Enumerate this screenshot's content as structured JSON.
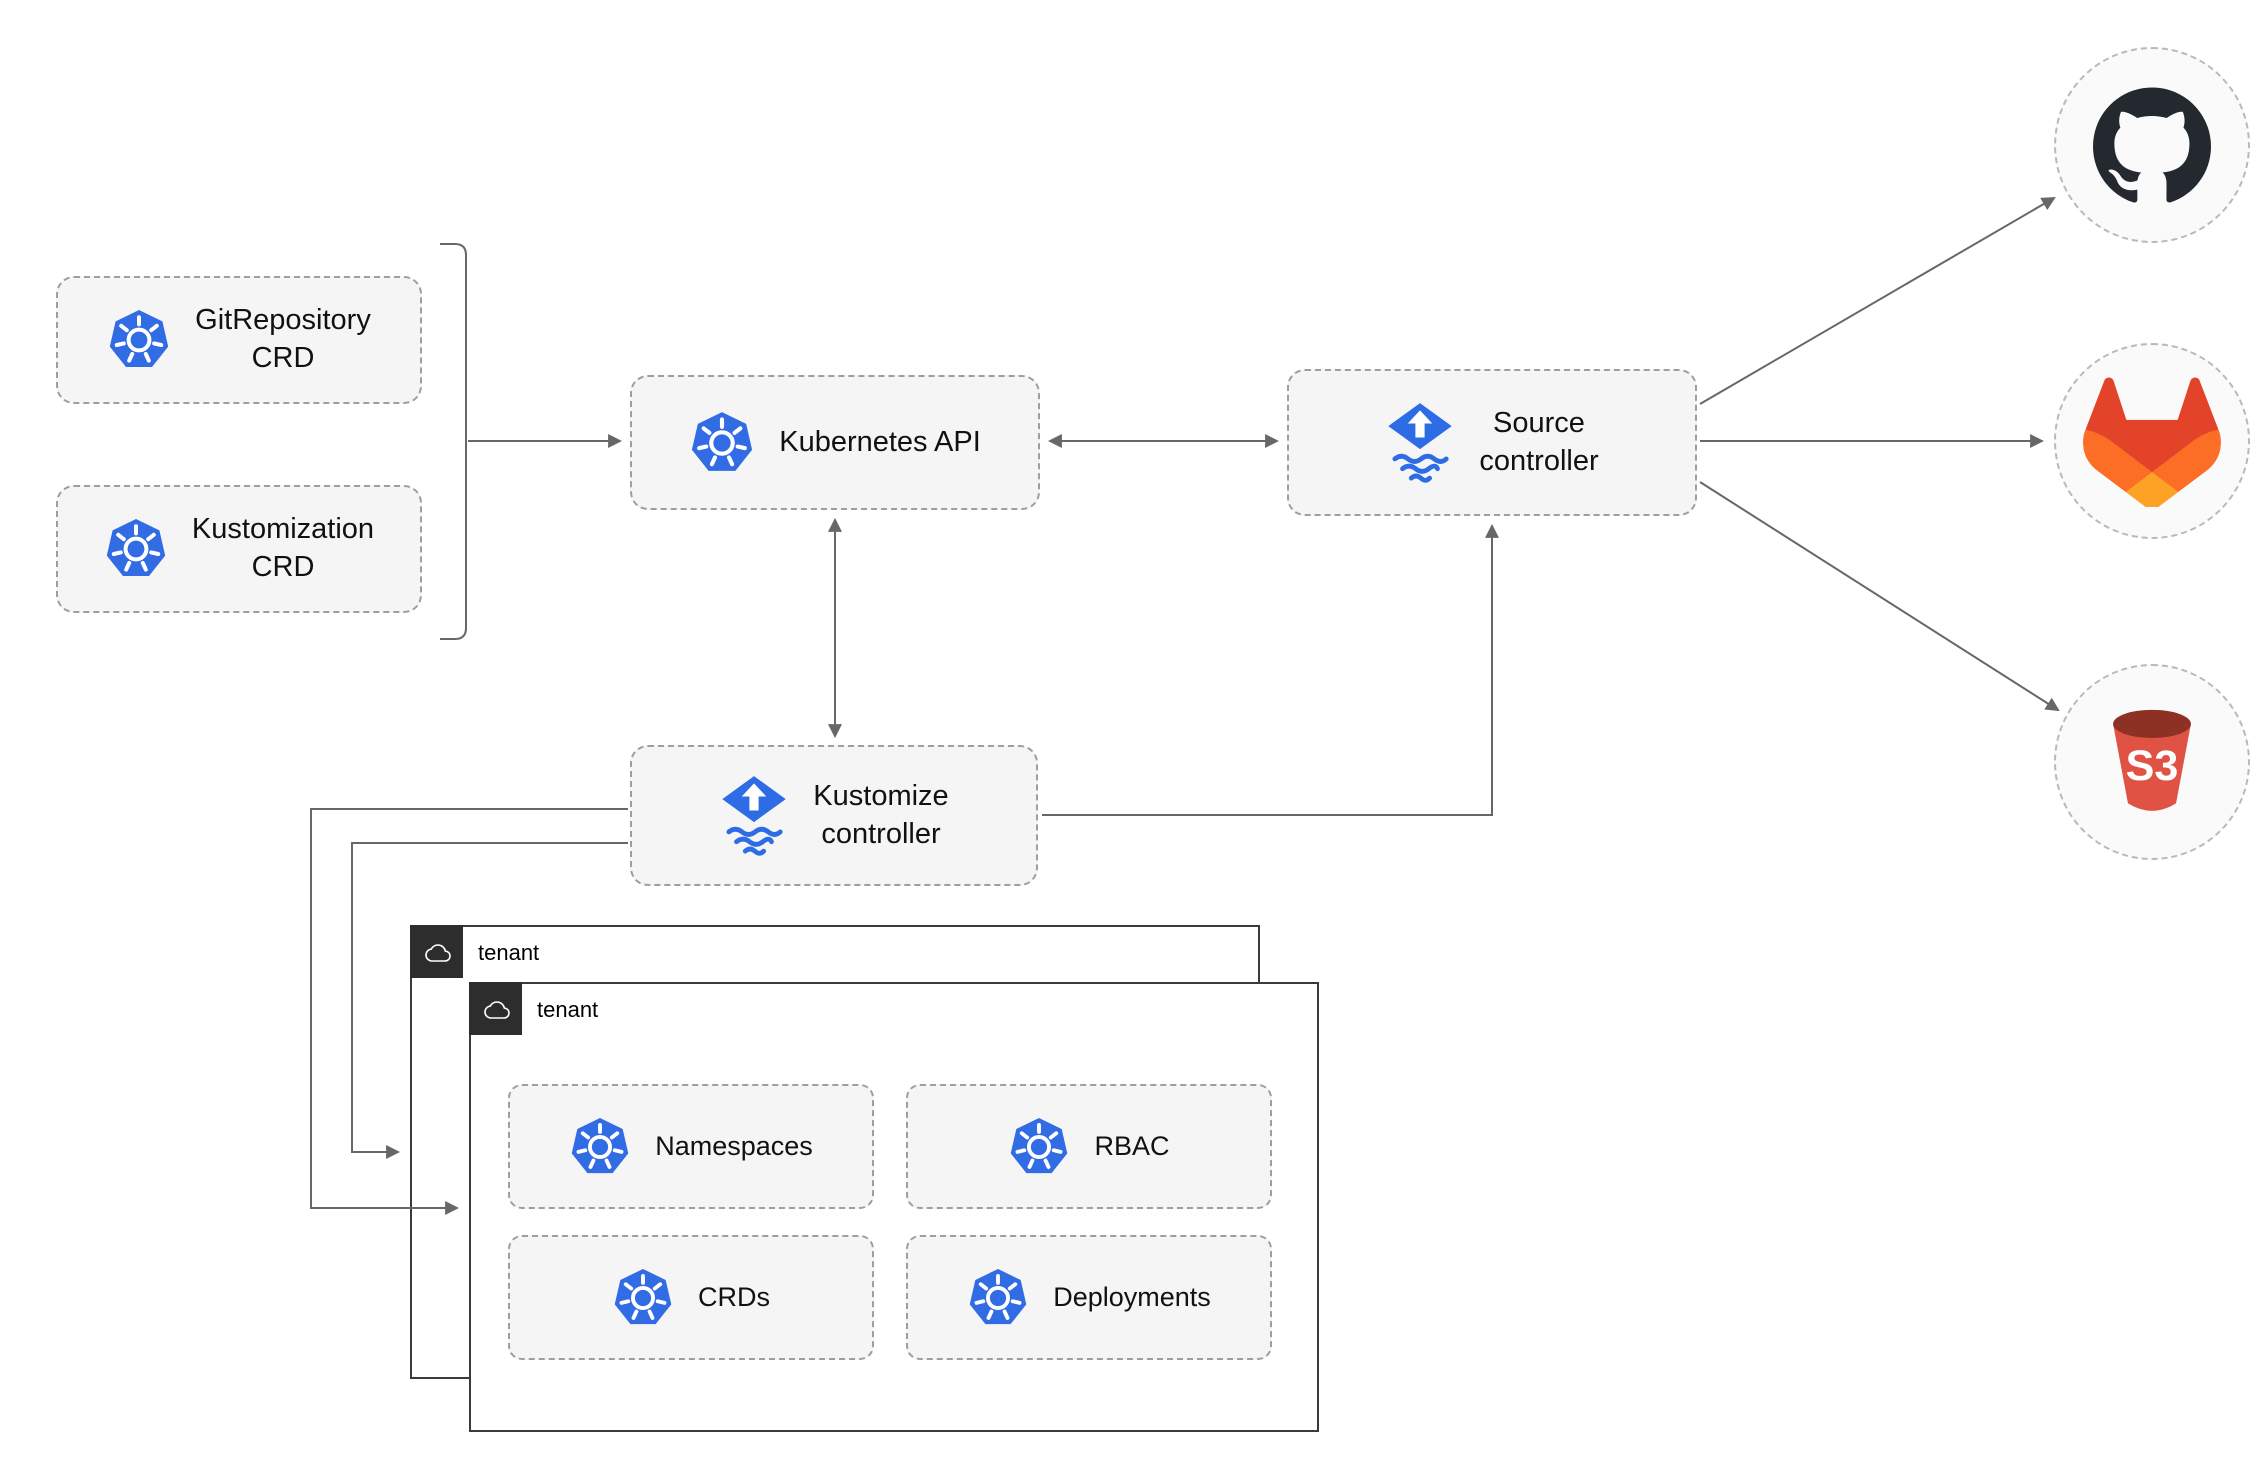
{
  "nodes": {
    "gitrepository_crd": {
      "label": "GitRepository\nCRD",
      "icon": "kubernetes-icon"
    },
    "kustomization_crd": {
      "label": "Kustomization\nCRD",
      "icon": "kubernetes-icon"
    },
    "kubernetes_api": {
      "label": "Kubernetes API",
      "icon": "kubernetes-icon"
    },
    "source_controller": {
      "label": "Source\ncontroller",
      "icon": "flux-icon"
    },
    "kustomize_controller": {
      "label": "Kustomize\ncontroller",
      "icon": "flux-icon"
    }
  },
  "endpoints": {
    "github": {
      "icon": "github-icon"
    },
    "gitlab": {
      "icon": "gitlab-icon"
    },
    "s3": {
      "icon": "s3-bucket-icon",
      "label": "S3"
    }
  },
  "tenants": {
    "back": {
      "label": "tenant",
      "icon": "cloud-icon"
    },
    "front": {
      "label": "tenant",
      "icon": "cloud-icon",
      "resources": [
        {
          "label": "Namespaces",
          "icon": "kubernetes-icon"
        },
        {
          "label": "RBAC",
          "icon": "kubernetes-icon"
        },
        {
          "label": "CRDs",
          "icon": "kubernetes-icon"
        },
        {
          "label": "Deployments",
          "icon": "kubernetes-icon"
        }
      ]
    }
  },
  "colors": {
    "kubernetes_blue": "#326ce5",
    "flux_blue": "#2e6ce6",
    "github_dark": "#24292f",
    "gitlab_red": "#e24329",
    "gitlab_orange": "#fc6d26",
    "gitlab_yellow": "#fca326",
    "s3_red": "#e05243",
    "s3_dark_red": "#8c3123",
    "node_fill": "#f5f5f5",
    "node_border": "#9e9e9e",
    "arrow_gray": "#676767",
    "tenant_border": "#3a3a3a",
    "tenant_tag_bg": "#2d2d2d"
  }
}
